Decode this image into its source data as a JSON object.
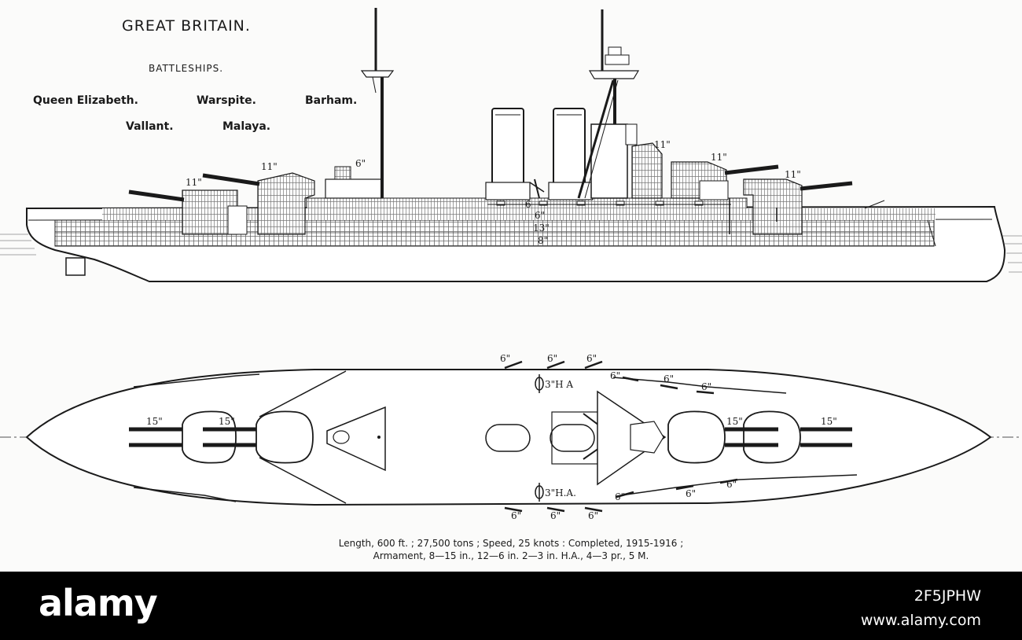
{
  "header": {
    "country": "GREAT BRITAIN.",
    "ship_class": "BATTLESHIPS.",
    "ships": [
      "Queen Elizabeth.",
      "Warspite.",
      "Barham.",
      "Vallant.",
      "Malaya."
    ]
  },
  "profile_labels": {
    "turret_aft_high": "11\"",
    "turret_aft_low": "11\"",
    "turret_fwd_high": "11\"",
    "turret_fwd_mid": "11\"",
    "turret_fwd_low": "11\"",
    "gun_6_aft": "6\"",
    "belt_6_upper": "6",
    "belt_6_lower": "6\"",
    "belt_13": "13\"",
    "belt_8": "8\""
  },
  "plan_labels": {
    "turret_15_a": "15\"",
    "turret_15_b": "15\"",
    "turret_15_c": "15\"",
    "turret_15_d": "15\"",
    "ha_top": "3\"H A",
    "ha_bottom": "3\"H.A.",
    "secondary_top": [
      "6\"",
      "6\"",
      "6\"",
      "6\"",
      "6\"",
      "6\""
    ],
    "secondary_bottom": [
      "6\"",
      "6\"",
      "6\"",
      "6\"",
      "6\"",
      "6\""
    ]
  },
  "specs": {
    "line1": "Length, 600 ft. ; 27,500 tons ; Speed, 25 knots : Completed, 1915-1916 ;",
    "line2": "Armament, 8—15 in., 12—6 in.  2—3 in. H.A., 4—3 pr., 5 M."
  },
  "footer": {
    "logo": "alamy",
    "image_id": "2F5JPHW",
    "site": "www.alamy.com"
  },
  "colors": {
    "ink": "#1a1a1a",
    "paper": "#fbfbfa",
    "footer_bg": "#000000",
    "footer_text": "#ffffff"
  }
}
